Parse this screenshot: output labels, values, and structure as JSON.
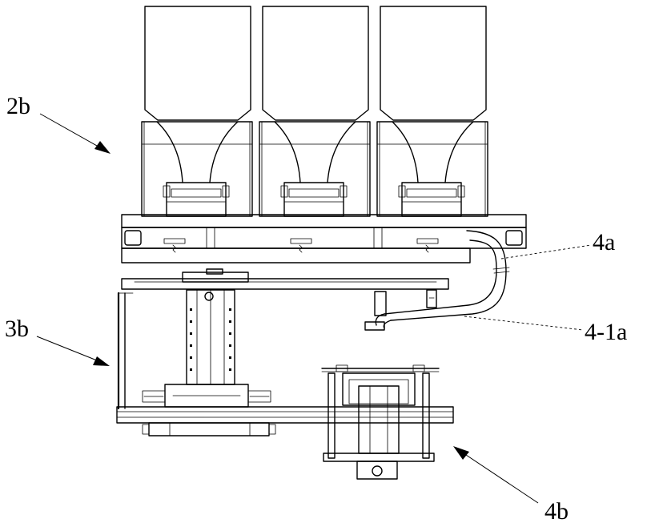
{
  "labels": {
    "l2b": "2b",
    "l3b": "3b",
    "l4a": "4a",
    "l41a": "4-1a",
    "l4b": "4b"
  }
}
